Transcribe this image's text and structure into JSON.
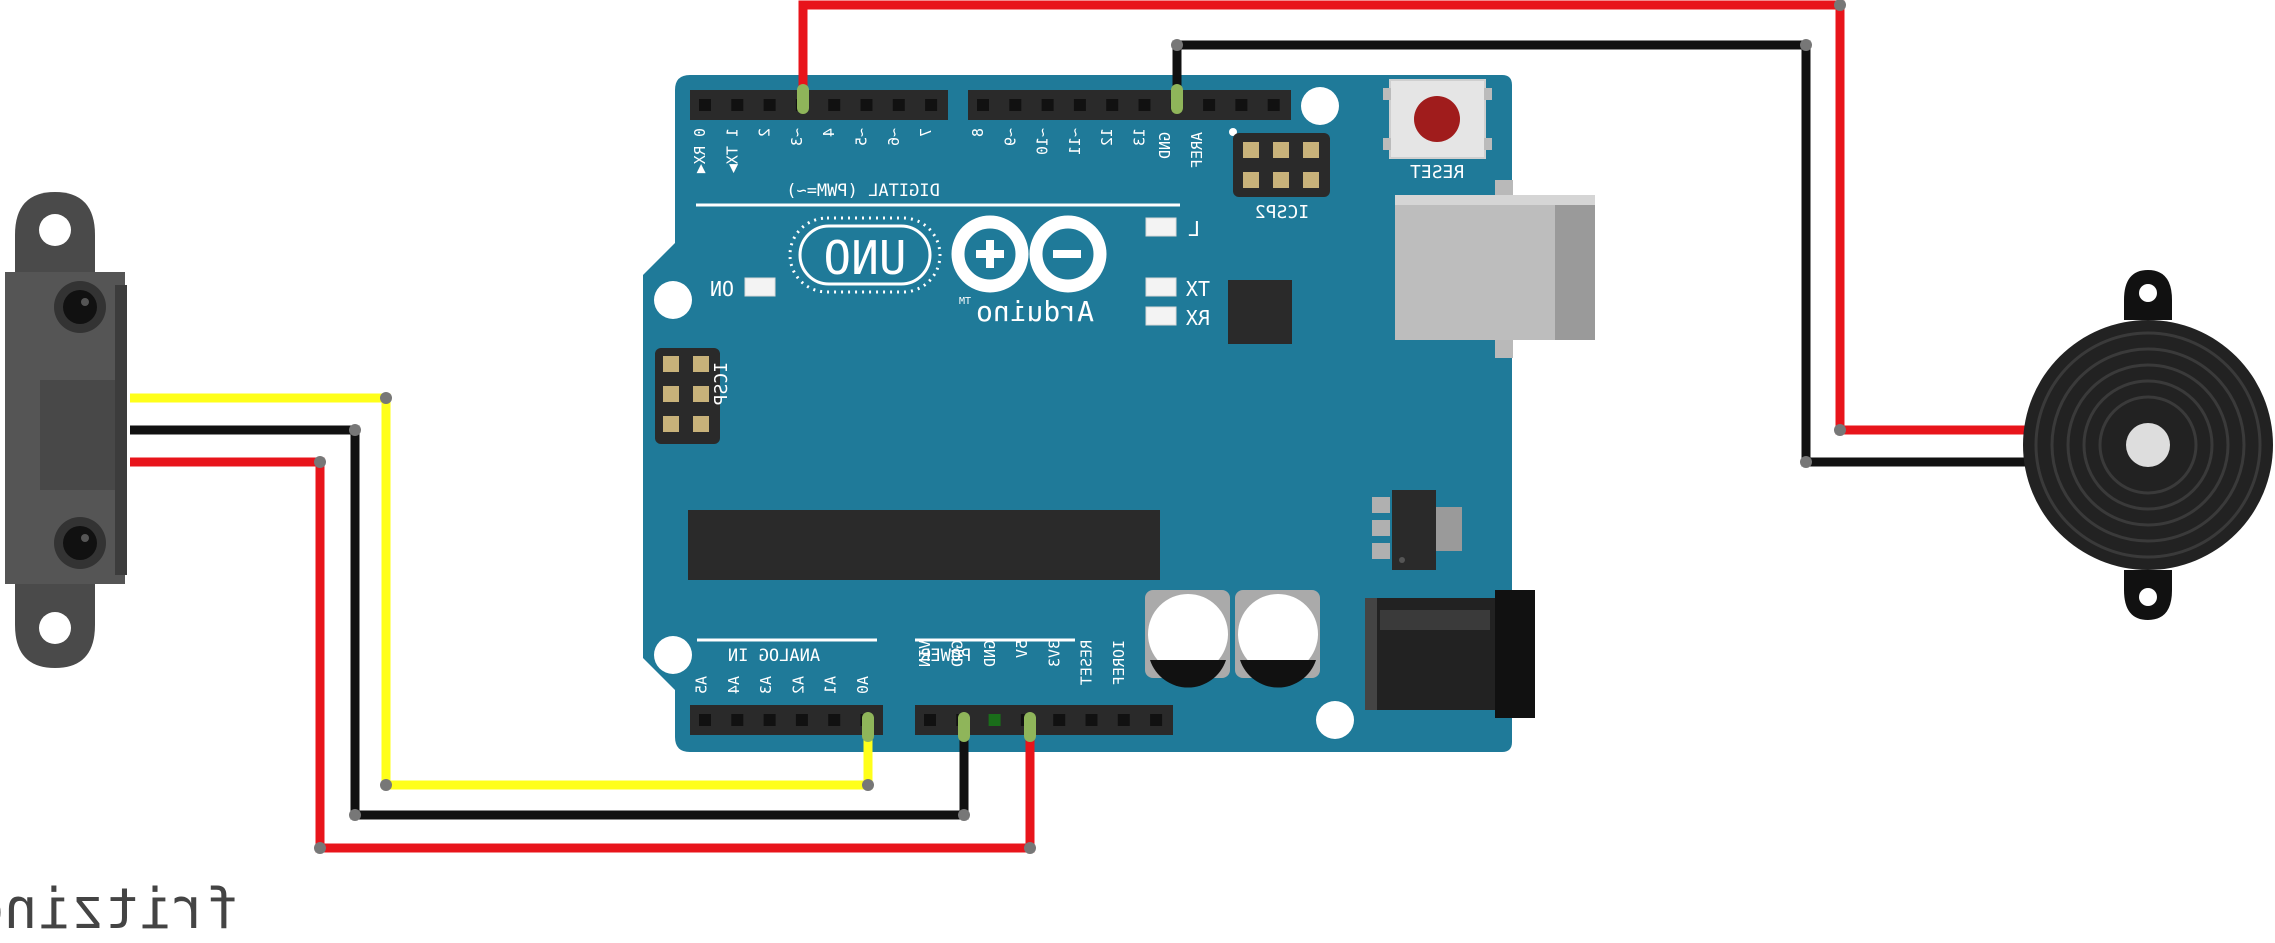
{
  "board": {
    "model": "UNO",
    "brand": "Arduino",
    "tm": "TM",
    "digital_label": "DIGITAL (PWM=~)",
    "analog_label": "ANALOG IN",
    "power_label": "POWER",
    "icsp_label": "ICSP",
    "icsp2_label": "ICSP2",
    "reset_button_label": "RESET",
    "aref_label": "AREF",
    "gnd_top_label": "GND",
    "led_on_label": "ON",
    "led_l_label": "L",
    "led_tx_label": "TX",
    "led_rx_label": "RX",
    "digital_pins": [
      "0 RX◀",
      "1 TX▶",
      "2",
      "~3",
      "4",
      "~5",
      "~6",
      "7",
      "8",
      "~9",
      "~10",
      "~11",
      "12",
      "13"
    ],
    "analog_pins": [
      "A0",
      "A1",
      "A2",
      "A3",
      "A4",
      "A5"
    ],
    "power_pins": [
      "IOREF",
      "RESET",
      "3V3",
      "5V",
      "GND",
      "GND",
      "VIN"
    ]
  },
  "watermark": "fritzing",
  "colors": {
    "board": "#1f7a99",
    "board_dark": "#156683",
    "wire_red": "#e8141b",
    "wire_black": "#111111",
    "wire_yellow": "#ffff1a",
    "header": "#2a2a2a",
    "pin_highlight": "#8fb55a",
    "sensor": "#4a4a4a",
    "buzzer": "#222222"
  },
  "icons": {
    "infinity_logo": "arduino-infinity-logo",
    "sensor": "ir-distance-sensor",
    "buzzer": "piezo-buzzer"
  }
}
